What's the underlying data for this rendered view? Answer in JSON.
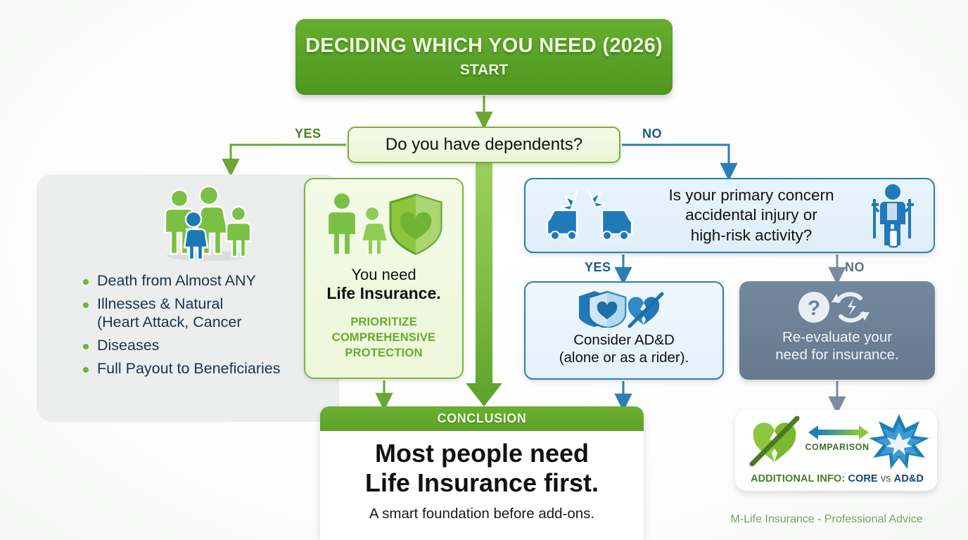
{
  "title": {
    "heading": "DECIDING WHICH YOU NEED (2026)",
    "subheading": "START"
  },
  "decision": {
    "question": "Do you have dependents?",
    "yes_label": "YES",
    "no_label": "NO"
  },
  "left_panel": {
    "icon": "family-group-icon",
    "bullets": [
      "Death from Almost ANY",
      "Illnesses & Natural",
      "(Heart Attack, Cancer",
      "Diseases",
      "Full Payout to Beneficiaries"
    ]
  },
  "life_card": {
    "icon_family": "parent-child-icon",
    "icon_shield": "shield-heart-icon",
    "line1": "You need",
    "line2": "Life Insurance.",
    "tagline_line1": "PRIORITIZE",
    "tagline_line2": "COMPREHENSIVE",
    "tagline_line3": "PROTECTION"
  },
  "blue_question": {
    "icon_left": "car-crash-icon",
    "icon_right": "injured-person-crutches-icon",
    "line1": "Is your primary concern",
    "line2": "accidental injury or",
    "line3": "high-risk activity?",
    "yes_label": "YES",
    "no_label": "NO"
  },
  "add_box": {
    "icon_shield": "shield-heart-icon",
    "icon_broken_heart": "broken-heart-slash-icon",
    "line1": "Consider AD&D",
    "line2": "(alone or as a rider)."
  },
  "reeval_box": {
    "icon_question": "question-circle-icon",
    "icon_refresh": "refresh-cycle-icon",
    "line1": "Re-evaluate your",
    "line2": "need for insurance."
  },
  "conclusion": {
    "header": "CONCLUSION",
    "main_line1": "Most people need",
    "main_line2": "Life Insurance first.",
    "subtext": "A smart foundation before add-ons."
  },
  "comparison": {
    "icon_left": "broken-heart-slash-green-icon",
    "icon_arrow": "double-arrow-icon",
    "icon_right": "burst-star-icon",
    "label": "COMPARISON",
    "footer_prefix": "ADDITIONAL INFO: ",
    "footer_core": "CORE",
    "footer_vs": " vs ",
    "footer_add": "AD&D"
  },
  "brand": {
    "text": "M-Life Insurance - Professional Advice"
  },
  "colors": {
    "green_primary": "#59a327",
    "green_light": "#8dc63f",
    "green_border": "#76b03a",
    "blue_primary": "#2b7fb5",
    "blue_fill": "#e4f1fa",
    "slate": "#6b8199",
    "panel_gray": "#eceeed",
    "text_dark": "#17334f"
  }
}
